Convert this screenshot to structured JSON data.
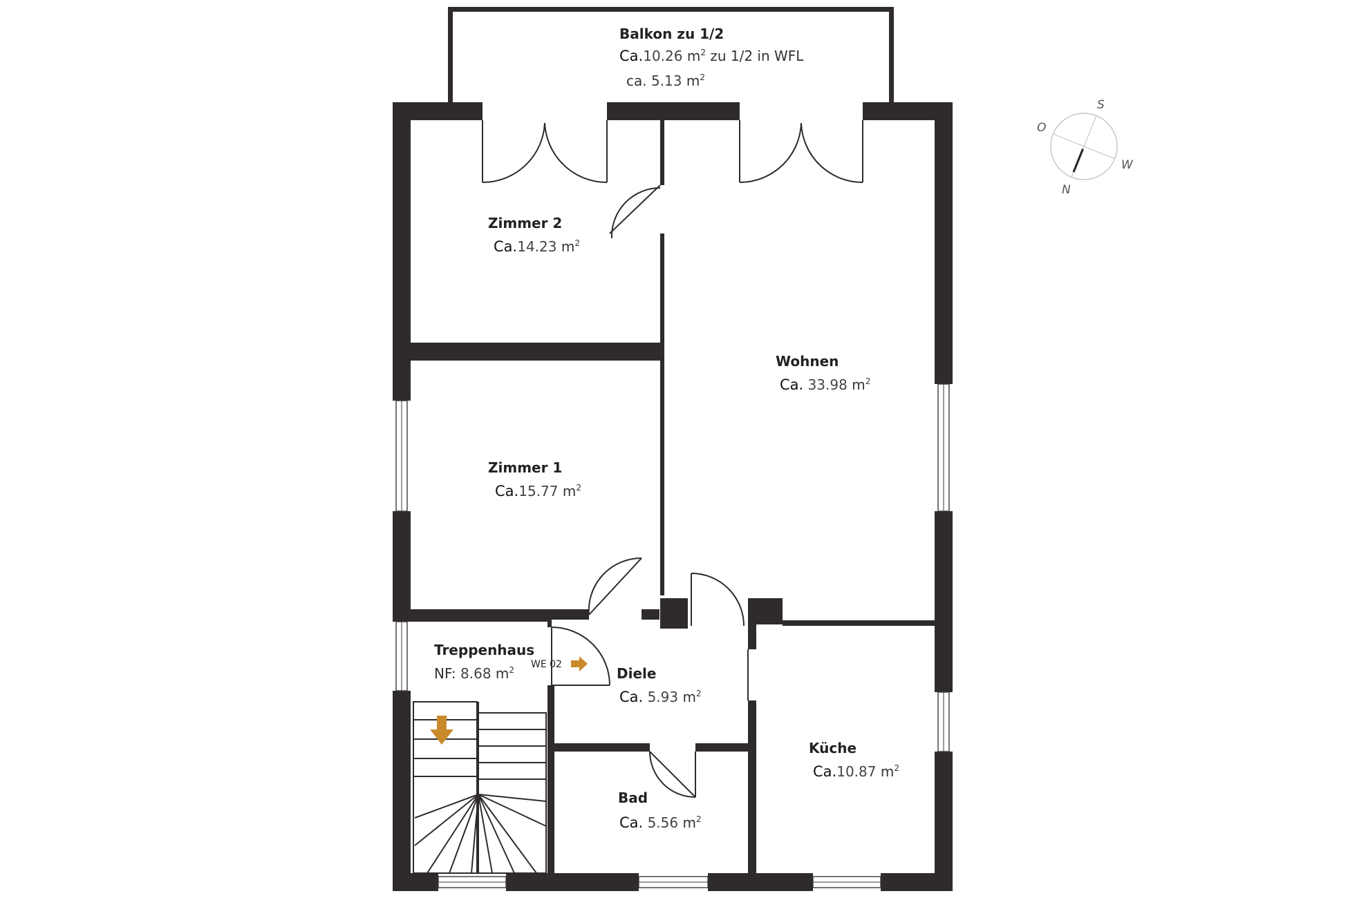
{
  "rooms": {
    "balkon": {
      "name": "Balkon zu 1/2",
      "area_prefix": "Ca.",
      "area_value": "10.26",
      "area_unit": "m",
      "area_suffix": " zu 1/2 in WFL",
      "area2_prefix": "ca.",
      "area2_value": "5.13",
      "area2_unit": "m"
    },
    "zimmer2": {
      "name": "Zimmer 2",
      "area_prefix": "Ca.",
      "area_value": "14.23",
      "area_unit": "m"
    },
    "wohnen": {
      "name": "Wohnen",
      "area_prefix": "Ca.",
      "area_value": "33.98",
      "area_unit": "m"
    },
    "zimmer1": {
      "name": "Zimmer 1",
      "area_prefix": "Ca.",
      "area_value": "15.77",
      "area_unit": "m"
    },
    "treppenhaus": {
      "name": "Treppenhaus",
      "area_prefix": "NF:",
      "area_value": "8.68",
      "area_unit": "m"
    },
    "diele": {
      "name": "Diele",
      "area_prefix": "Ca.",
      "area_value": "5.93",
      "area_unit": "m"
    },
    "kueche": {
      "name": "Küche",
      "area_prefix": "Ca.",
      "area_value": "10.87",
      "area_unit": "m"
    },
    "bad": {
      "name": "Bad",
      "area_prefix": "Ca.",
      "area_value": "5.56",
      "area_unit": "m"
    }
  },
  "unit_superscript": "2",
  "entrance_label": "WE 02",
  "compass": {
    "north": "N",
    "south": "S",
    "east": "O",
    "west": "W"
  },
  "colors": {
    "wall": "#2f2b2c",
    "arrow": "#c98a2b",
    "background": "#ffffff"
  }
}
